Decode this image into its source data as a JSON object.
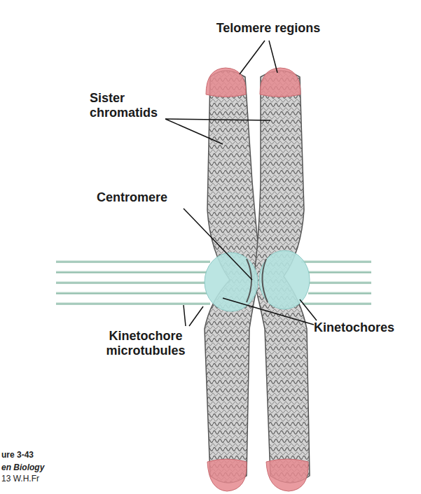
{
  "diagram": {
    "labels": [
      "Telomere regions",
      "Sister chromatids",
      "Centromere",
      "Kinetochores",
      "Kinetochore microtubules",
      "ure 3-43",
      "en Biology",
      "13 W.H.Fr"
    ]
  }
}
